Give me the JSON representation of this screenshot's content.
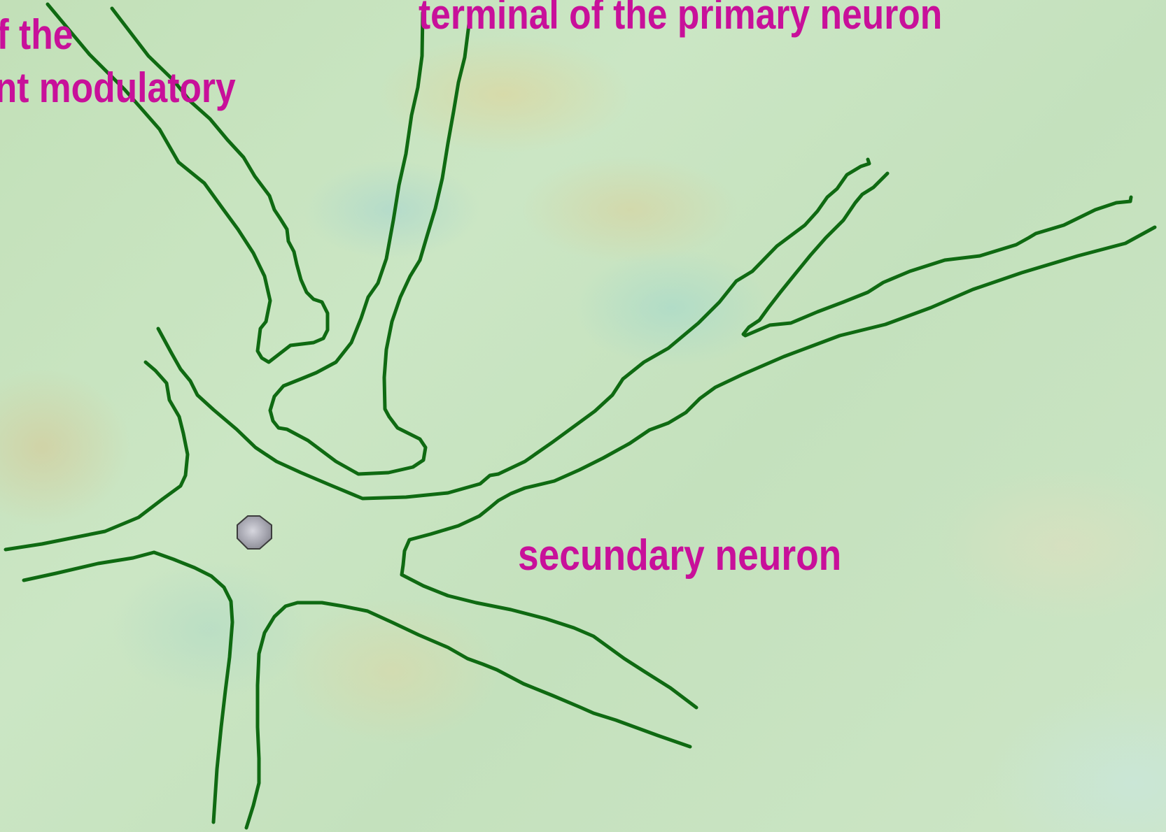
{
  "labels": {
    "primary_terminal": "terminal of the primary neuron",
    "modulatory_line1": "of the",
    "modulatory_line2": "ent modulatory",
    "secondary_neuron": "secundary neuron"
  },
  "colors": {
    "outline": "#0f6a12",
    "label_text": "#c8109a",
    "nucleus_fill": "#a9a9b3",
    "nucleus_stroke": "#3c3c3c"
  },
  "icons": {
    "nucleus": "octagon-nucleus"
  }
}
